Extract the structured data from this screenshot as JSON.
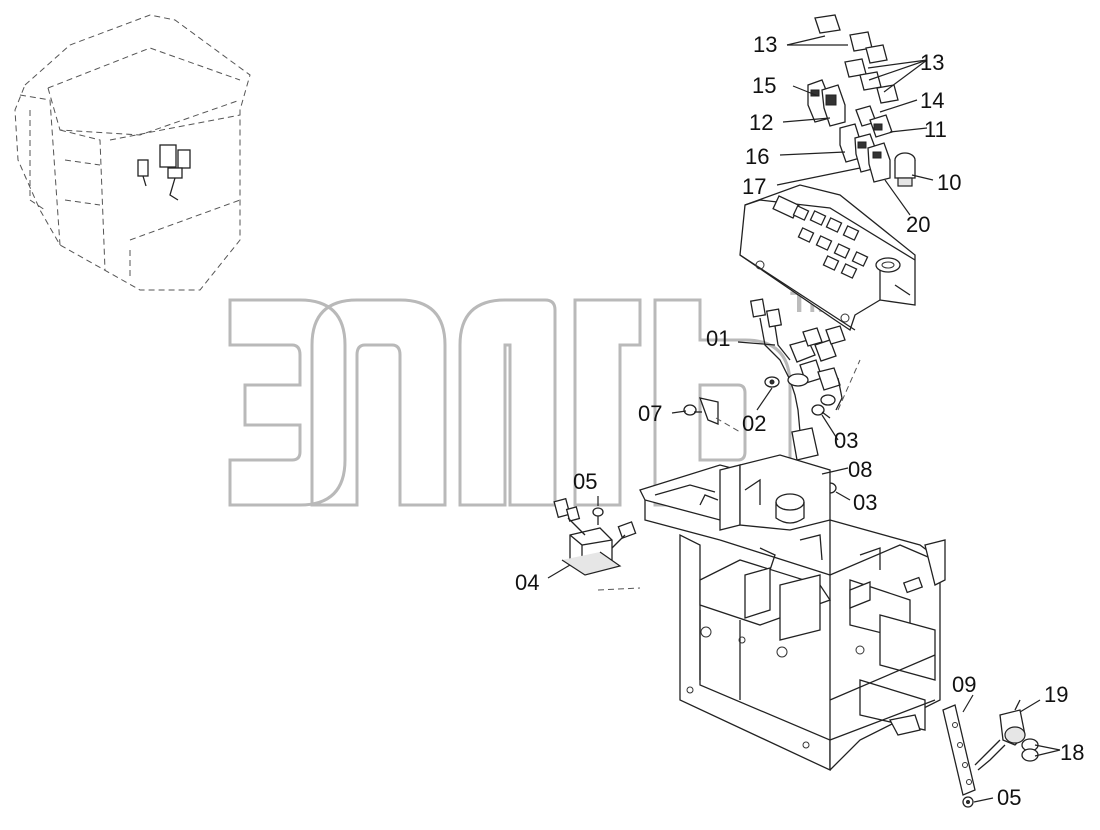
{
  "watermark": {
    "tm": "TM"
  },
  "labels": {
    "l13a": "13",
    "l13b": "13",
    "l15": "15",
    "l14": "14",
    "l12": "12",
    "l11": "11",
    "l16": "16",
    "l10": "10",
    "l17": "17",
    "l20": "20",
    "l01": "01",
    "l02": "02",
    "l07": "07",
    "l03a": "03",
    "l08": "08",
    "l03b": "03",
    "l05a": "05",
    "l04": "04",
    "l09": "09",
    "l19": "19",
    "l18": "18",
    "l05b": "05"
  }
}
